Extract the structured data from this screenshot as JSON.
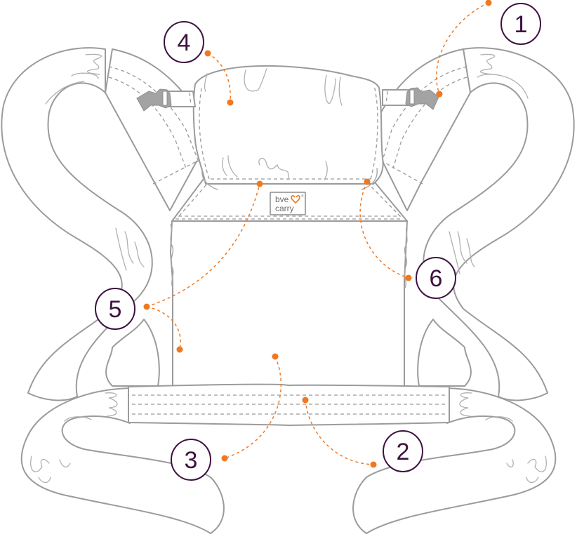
{
  "diagram": {
    "subject": "baby carrier front view",
    "colors": {
      "outline": "#9b9b9b",
      "leader": "#f07820",
      "callout": "#3d1240",
      "buckle": "#a3a3a3"
    },
    "logo": {
      "line1": "bve",
      "line2": "carry",
      "mark": "heart-icon",
      "registered": "®"
    },
    "callouts": [
      {
        "number": "1",
        "target": "shoulder-strap-buckle"
      },
      {
        "number": "2",
        "target": "waist-belt"
      },
      {
        "number": "3",
        "target": "body-panel"
      },
      {
        "number": "4",
        "target": "hood"
      },
      {
        "number": "5",
        "target": "panel-side-seam"
      },
      {
        "number": "6",
        "target": "hood-attachment"
      }
    ]
  }
}
